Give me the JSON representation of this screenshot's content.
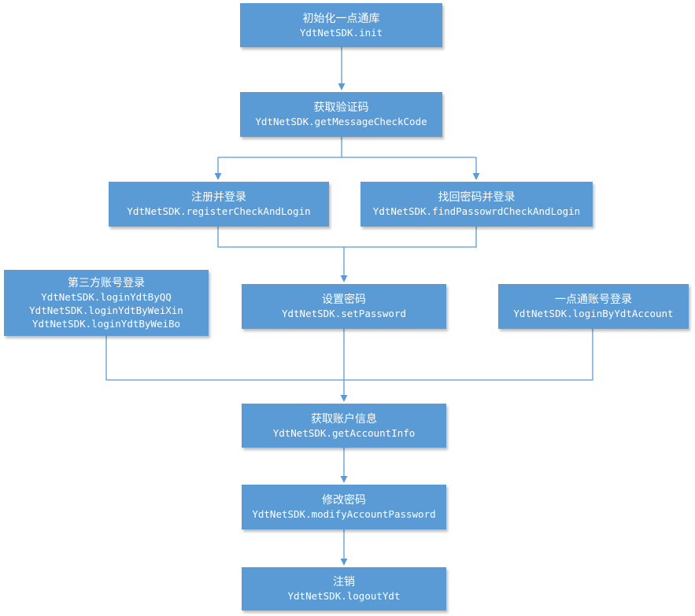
{
  "nodes": {
    "init": {
      "title": "初始化一点通库",
      "api": "YdtNetSDK.init"
    },
    "get_code": {
      "title": "获取验证码",
      "api": "YdtNetSDK.getMessageCheckCode"
    },
    "register": {
      "title": "注册并登录",
      "api": "YdtNetSDK.registerCheckAndLogin"
    },
    "find_password": {
      "title": "找回密码并登录",
      "api": "YdtNetSDK.findPassowrdCheckAndLogin"
    },
    "third_party": {
      "title": "第三方账号登录",
      "apis": [
        "YdtNetSDK.loginYdtByQQ",
        "YdtNetSDK.loginYdtByWeiXin",
        "YdtNetSDK.loginYdtByWeiBo"
      ]
    },
    "set_password": {
      "title": "设置密码",
      "api": "YdtNetSDK.setPassword"
    },
    "ydt_login": {
      "title": "一点通账号登录",
      "api": "YdtNetSDK.loginByYdtAccount"
    },
    "account_info": {
      "title": "获取账户信息",
      "api": "YdtNetSDK.getAccountInfo"
    },
    "modify_password": {
      "title": "修改密码",
      "api": "YdtNetSDK.modifyAccountPassword"
    },
    "logout": {
      "title": "注销",
      "api": "YdtNetSDK.logoutYdt"
    }
  },
  "colors": {
    "box_fill": "#5B9BD5",
    "connector": "#5B9BD5",
    "text": "#FFFFFF"
  }
}
